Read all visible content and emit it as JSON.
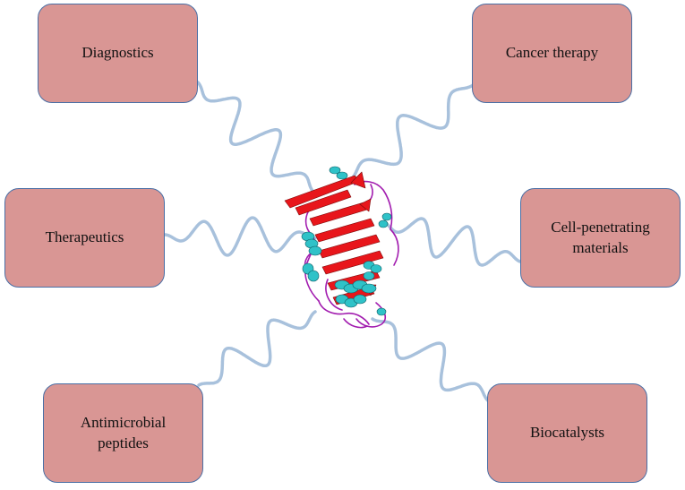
{
  "colors": {
    "node_fill": "#d99694",
    "node_border": "#4a6fa5",
    "wire": "#a8c1dc",
    "strand": "#e8161b",
    "helix": "#2fc2c8",
    "coil": "#a21caf"
  },
  "center": {
    "icon": "protein-structure-icon"
  },
  "nodes": {
    "diagnostics": "Diagnostics",
    "cancer_therapy": "Cancer therapy",
    "therapeutics": "Therapeutics",
    "cell_penetrating": "Cell-penetrating\nmaterials",
    "antimicrobial": "Antimicrobial\npeptides",
    "biocatalysts": "Biocatalysts"
  }
}
